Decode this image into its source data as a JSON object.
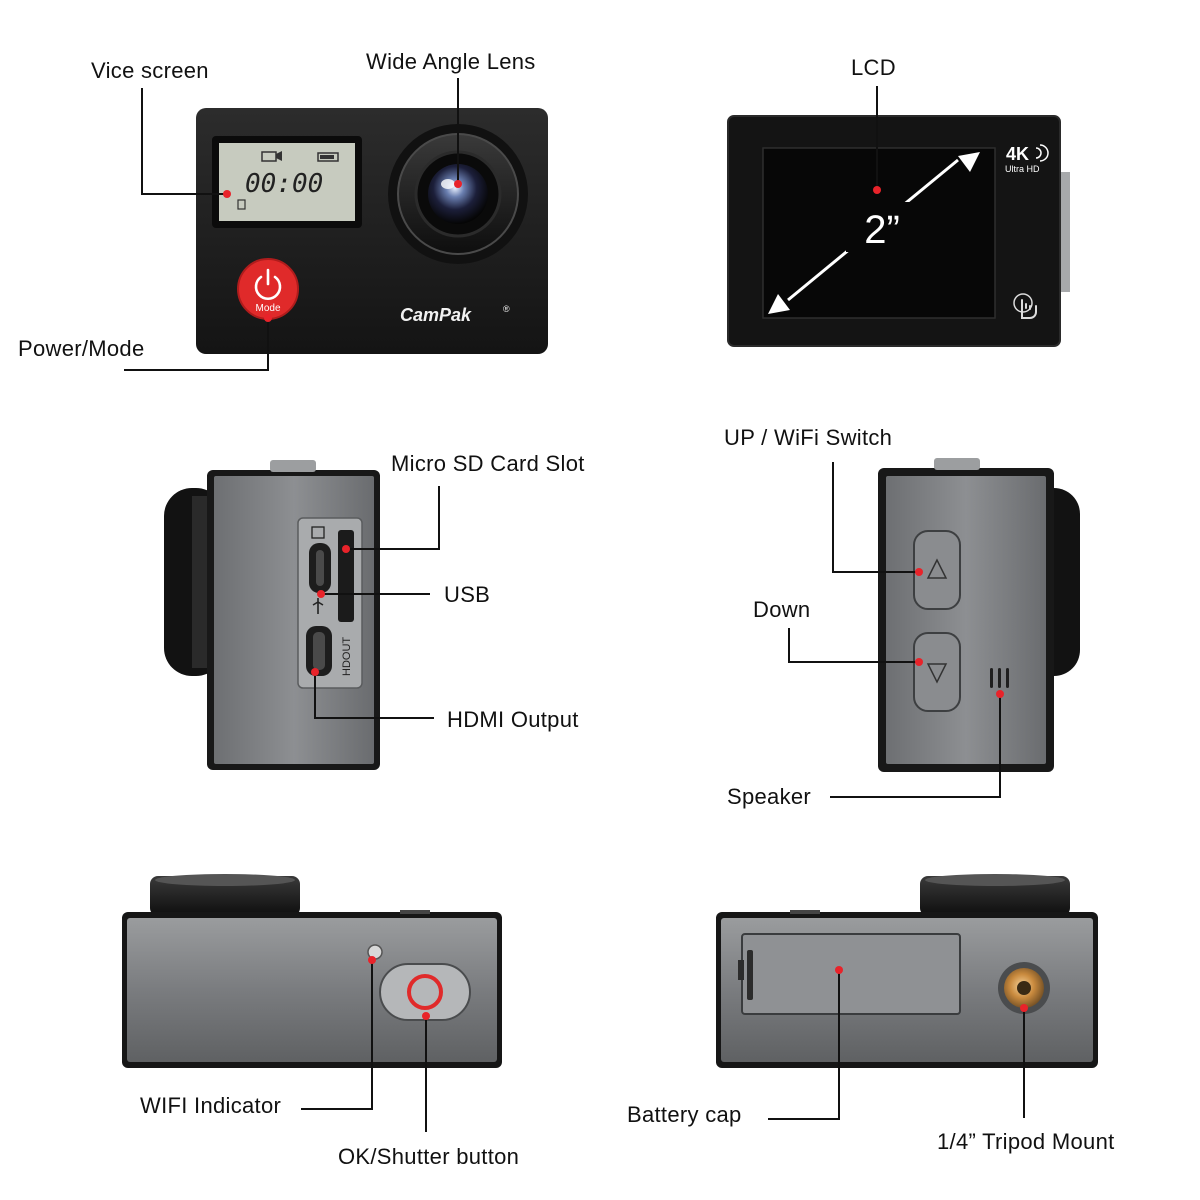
{
  "brand": "CamPak",
  "brand_mark": "®",
  "vice_screen": {
    "time": "00:00"
  },
  "front_buttons": {
    "mode_label": "Mode"
  },
  "lcd_screen": {
    "size": "2”",
    "resolution_badge": "4K",
    "resolution_sub": "Ultra HD"
  },
  "port_labels": {
    "hdmi_port": "HDOUT"
  },
  "labels": {
    "vice_screen": "Vice screen",
    "wide_angle_lens": "Wide Angle Lens",
    "power_mode": "Power/Mode",
    "lcd": "LCD",
    "micro_sd_slot": "Micro SD Card Slot",
    "usb": "USB",
    "hdmi_output": "HDMI Output",
    "up_wifi_switch": "UP / WiFi Switch",
    "down": "Down",
    "speaker": "Speaker",
    "wifi_indicator": "WIFI Indicator",
    "ok_shutter": "OK/Shutter button",
    "battery_cap": "Battery cap",
    "tripod_mount": "1/4” Tripod Mount"
  },
  "colors": {
    "callout_dot": "#e8232a",
    "body_black": "#1b1b1b",
    "body_grey": "#77797b",
    "power_red": "#e02a2a"
  }
}
